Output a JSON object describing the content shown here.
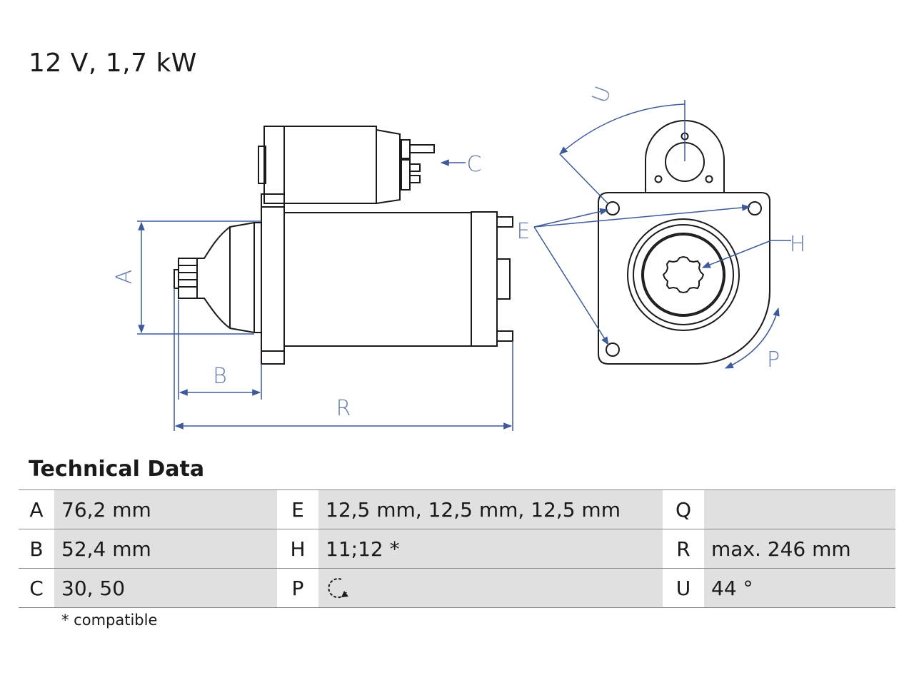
{
  "header": {
    "title": "12 V, 1,7 kW"
  },
  "drawing": {
    "line_color": "#1a1a1a",
    "dimension_color": "#3d5a9a",
    "labels": {
      "A": "A",
      "B": "B",
      "C": "C",
      "E": "E",
      "H": "H",
      "P": "P",
      "R": "R",
      "U": "U"
    }
  },
  "technical_data": {
    "title": "Technical Data",
    "rows": [
      [
        {
          "key": "A",
          "value": "76,2 mm"
        },
        {
          "key": "E",
          "value": "12,5 mm, 12,5 mm, 12,5 mm"
        },
        {
          "key": "Q",
          "value": ""
        }
      ],
      [
        {
          "key": "B",
          "value": "52,4 mm"
        },
        {
          "key": "H",
          "value": "11;12 *"
        },
        {
          "key": "R",
          "value": "max. 246 mm"
        }
      ],
      [
        {
          "key": "C",
          "value": "30, 50"
        },
        {
          "key": "P",
          "value": "",
          "icon": "clockwise-rotation-icon"
        },
        {
          "key": "U",
          "value": "44 °"
        }
      ]
    ],
    "footnote": "* compatible"
  }
}
